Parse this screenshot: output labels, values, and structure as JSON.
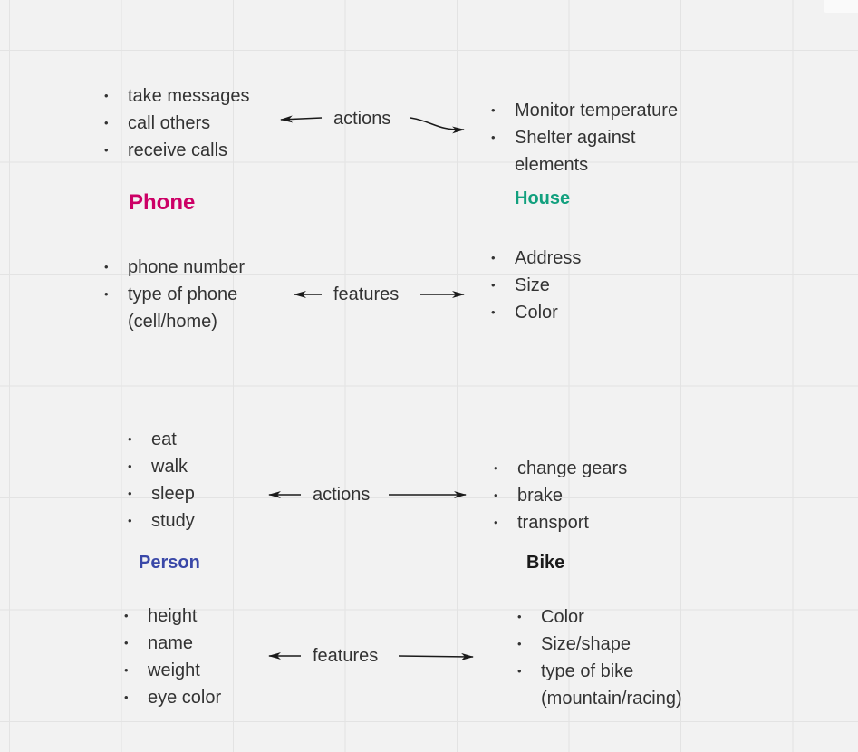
{
  "phone": {
    "title": "Phone",
    "title_color": "#cc0066",
    "actions": [
      "take messages",
      "call others",
      "receive calls"
    ],
    "features": [
      "phone number",
      "type of phone (cell/home)"
    ]
  },
  "house": {
    "title": "House",
    "title_color": "#12a07e",
    "actions": [
      "Monitor temperature",
      "Shelter against elements"
    ],
    "features": [
      "Address",
      "Size",
      "Color"
    ]
  },
  "person": {
    "title": "Person",
    "title_color": "#3a48a8",
    "actions": [
      "eat",
      "walk",
      "sleep",
      "study"
    ],
    "features": [
      "height",
      "name",
      "weight",
      "eye color"
    ]
  },
  "bike": {
    "title": "Bike",
    "title_color": "#1a1a1a",
    "actions": [
      "change gears",
      "brake",
      "transport"
    ],
    "features": [
      "Color",
      "Size/shape",
      "type of bike (mountain/racing)"
    ]
  },
  "connectors": {
    "top_actions": "actions",
    "top_features": "features",
    "bottom_actions": "actions",
    "bottom_features": "features"
  }
}
